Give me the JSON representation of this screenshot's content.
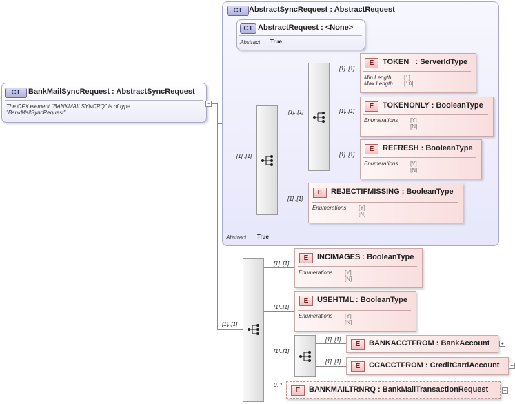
{
  "root": {
    "badge": "CT",
    "name": "BankMailSyncRequest",
    "type": "AbstractSyncRequest",
    "description": "The OFX element \"BANKMAILSYNCRQ\" is of type \"BankMailSyncRequest\""
  },
  "abstract_sync": {
    "badge": "CT",
    "name": "AbstractSyncRequest",
    "type": "AbstractRequest",
    "footer_label": "Abstract",
    "footer_value": "True"
  },
  "abstract_request": {
    "badge": "CT",
    "name": "AbstractRequest",
    "type": "<None>",
    "label": "Abstract",
    "value": "True"
  },
  "separator": ":",
  "elements": {
    "token": {
      "badge": "E",
      "name": "TOKEN",
      "type": "ServerIdType",
      "card": "[1]..[1]",
      "facets": [
        {
          "label": "Min Length",
          "value": "[1]"
        },
        {
          "label": "Max Length",
          "value": "[10]"
        }
      ]
    },
    "tokenonly": {
      "badge": "E",
      "name": "TOKENONLY",
      "type": "BooleanType",
      "card": "[1]..[1]",
      "facet_label": "Enumerations",
      "values": [
        "[Y]",
        "[N]"
      ]
    },
    "refresh": {
      "badge": "E",
      "name": "REFRESH",
      "type": "BooleanType",
      "card": "[1]..[1]",
      "facet_label": "Enumerations",
      "values": [
        "[Y]",
        "[N]"
      ]
    },
    "rejectifmissing": {
      "badge": "E",
      "name": "REJECTIFMISSING",
      "type": "BooleanType",
      "card": "[1]..[1]",
      "facet_label": "Enumerations",
      "values": [
        "[Y]",
        "[N]"
      ]
    },
    "incimages": {
      "badge": "E",
      "name": "INCIMAGES",
      "type": "BooleanType",
      "card": "[1]..[1]",
      "facet_label": "Enumerations",
      "values": [
        "[Y]",
        "[N]"
      ]
    },
    "usehtml": {
      "badge": "E",
      "name": "USEHTML",
      "type": "BooleanType",
      "card": "[1]..[1]",
      "facet_label": "Enumerations",
      "values": [
        "[Y]",
        "[N]"
      ]
    },
    "bankacctfrom": {
      "badge": "E",
      "name": "BANKACCTFROM",
      "type": "BankAccount",
      "card": "[1]..[1]"
    },
    "ccacctfrom": {
      "badge": "E",
      "name": "CCACCTFROM",
      "type": "CreditCardAccount",
      "card": "[1]..[1]"
    },
    "bankmailtrnrq": {
      "badge": "E",
      "name": "BANKMAILTRNRQ",
      "type": "BankMailTransactionRequest",
      "card": "0..*"
    }
  },
  "cards": {
    "inner_choice": "[1]..[1]",
    "inner_seq": "[1]..[1]",
    "outer_seq": "[1]..[1]",
    "choice_acct": "[1]..[1]"
  },
  "expand_symbol": "+",
  "collapse_symbol": "−"
}
